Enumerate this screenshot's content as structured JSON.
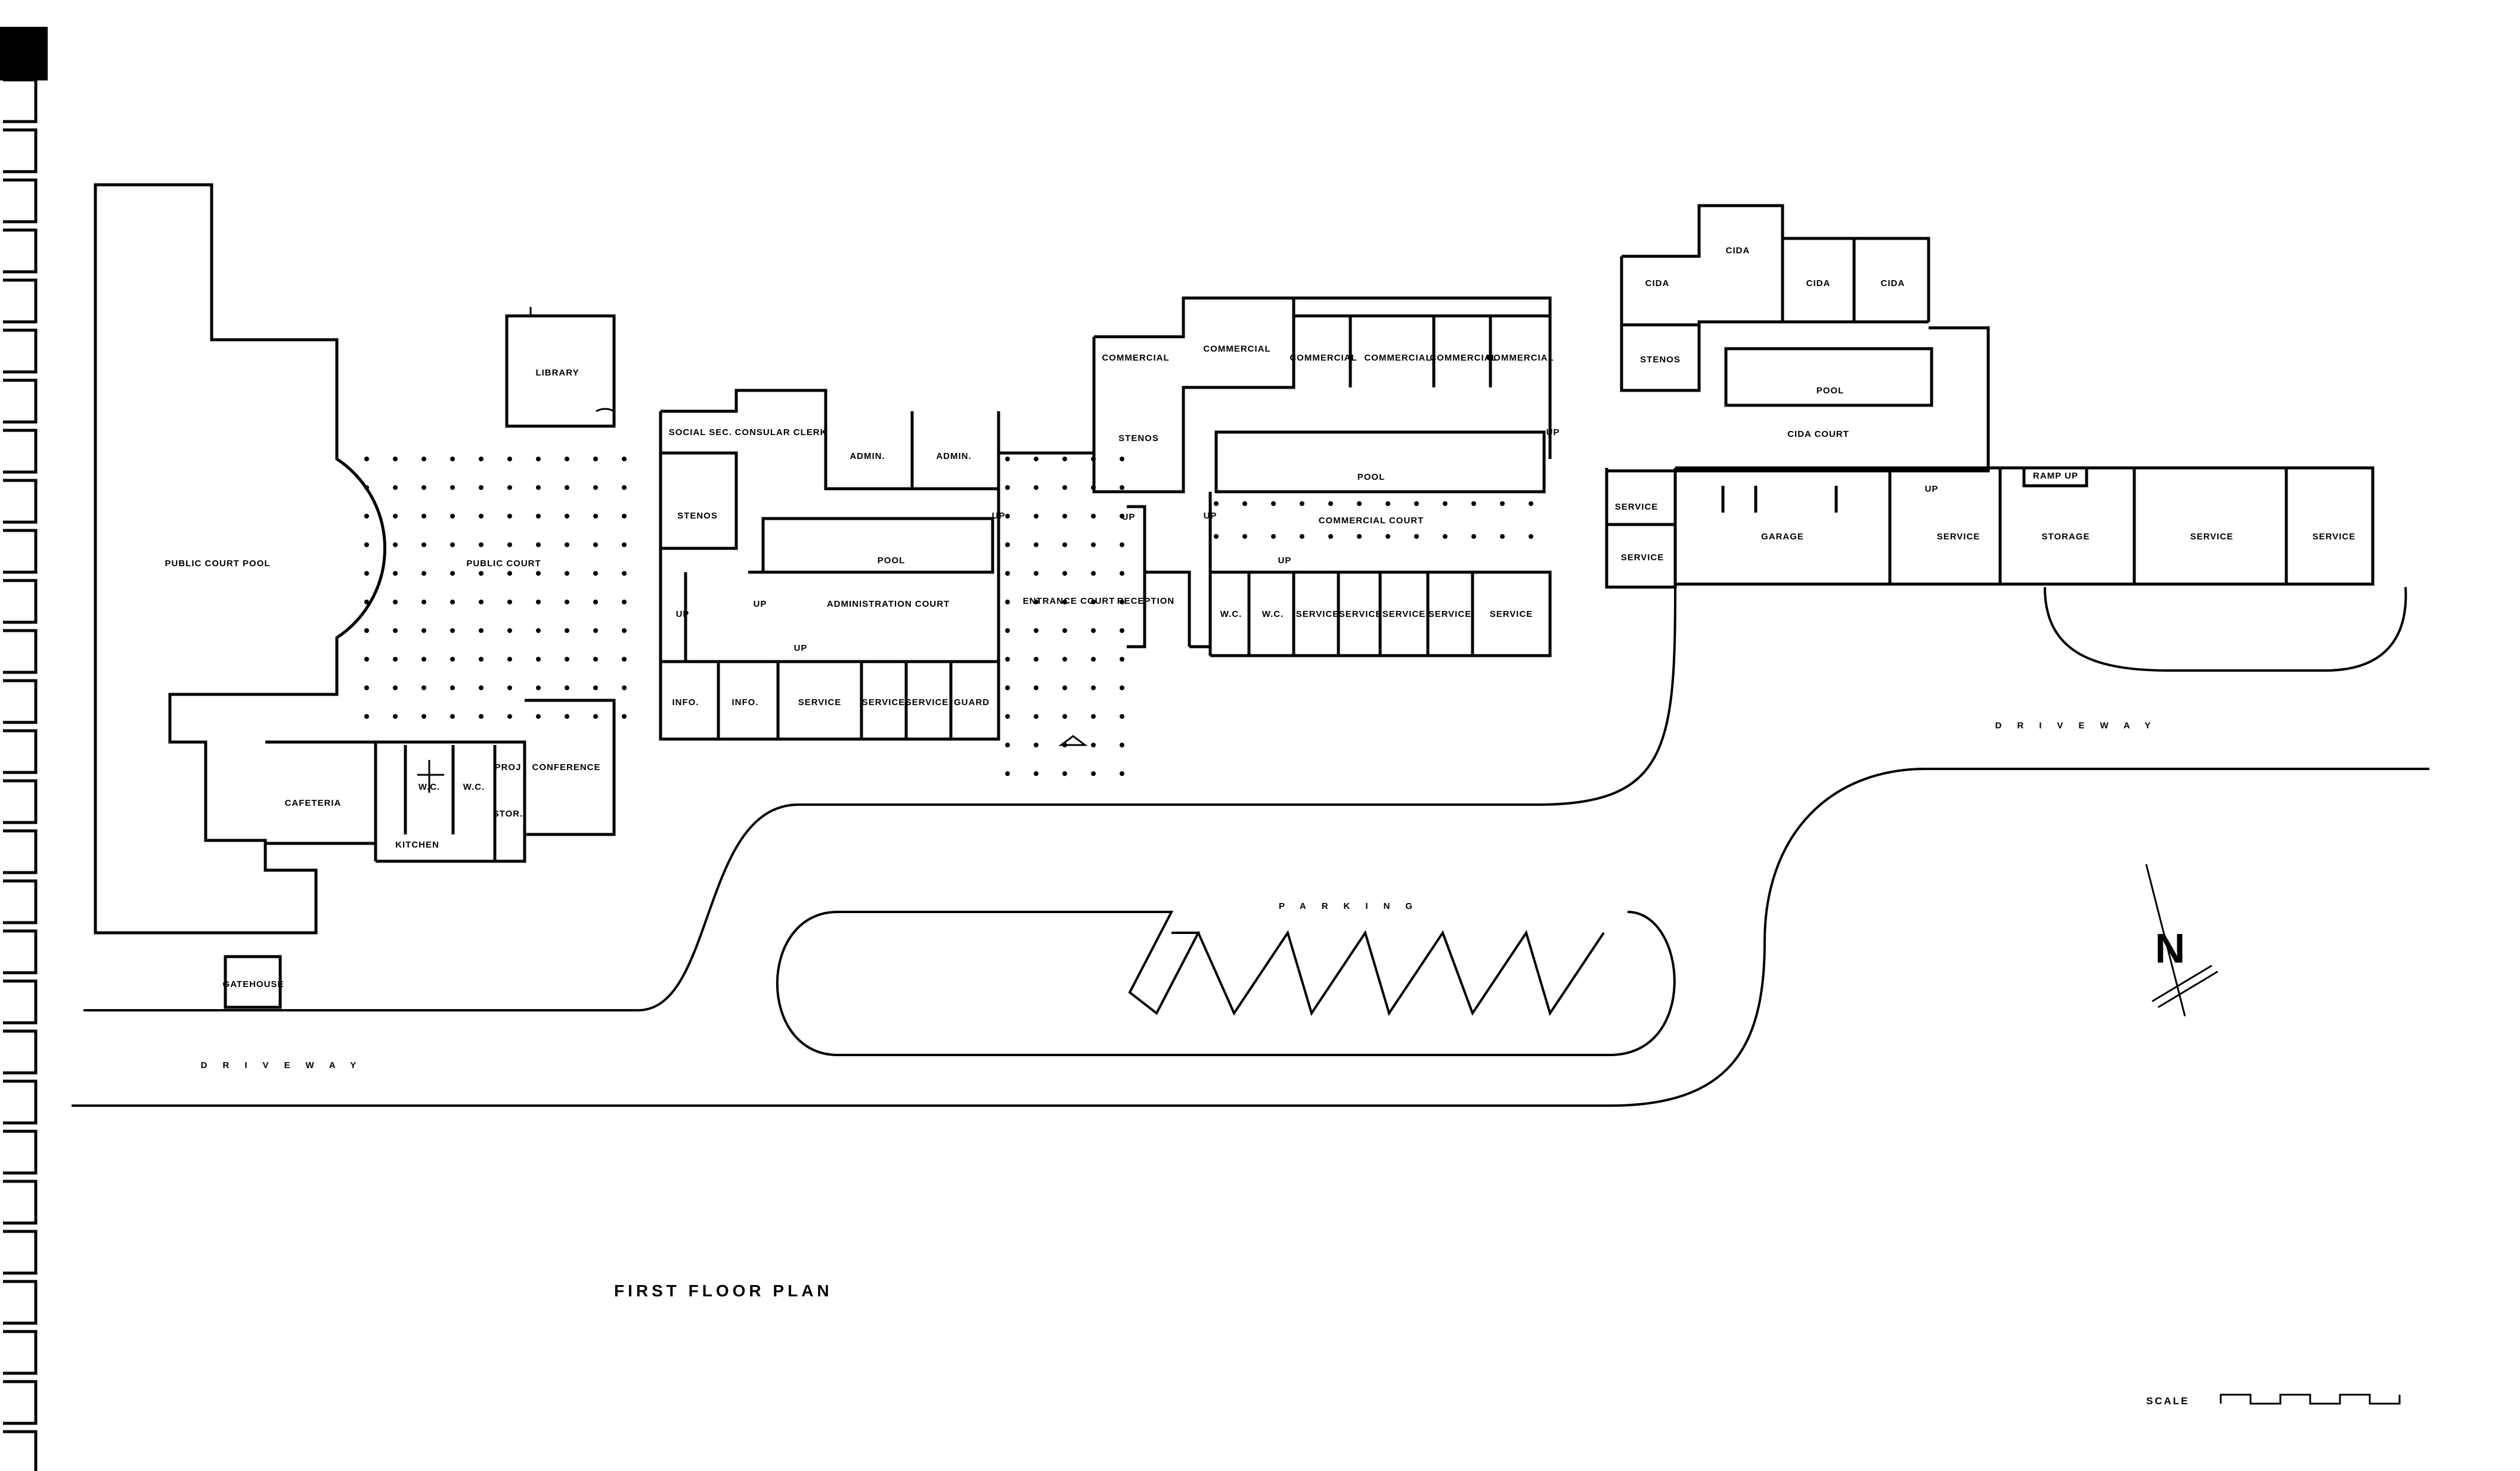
{
  "title": "FIRST FLOOR PLAN",
  "north_label": "N",
  "scale_label": "SCALE",
  "rooms": {
    "public_court_pool": "PUBLIC COURT POOL",
    "public_court": "PUBLIC COURT",
    "library": "LIBRARY",
    "cafeteria": "CAFETERIA",
    "kitchen": "KITCHEN",
    "wc_1": "W.C.",
    "wc_2": "W.C.",
    "proj": "PROJ",
    "stor": "STOR.",
    "conference": "CONFERENCE",
    "social_sec": "SOCIAL SEC.",
    "consular_clerk": "CONSULAR CLERK",
    "admin_1": "ADMIN.",
    "admin_2": "ADMIN.",
    "steno_1": "STENOS",
    "pool_1": "POOL",
    "administration_court": "ADMINISTRATION COURT",
    "info_1": "INFO.",
    "info_2": "INFO.",
    "service_1": "SERVICE",
    "service_2": "SERVICE",
    "service_3": "SERVICE",
    "guard": "GUARD",
    "entrance_court": "ENTRANCE COURT",
    "reception": "RECEPTION",
    "commercial_1": "COMMERCIAL",
    "commercial_2": "COMMERCIAL",
    "commercial_3": "COMMERCIAL",
    "commercial_4": "COMMERCIAL",
    "commercial_5": "COMMERCIAL",
    "commercial_6": "COMMERCIAL",
    "steno_2": "STENOS",
    "pool_2": "POOL",
    "commercial_court": "COMMERCIAL COURT",
    "wc_3": "W.C.",
    "wc_4": "W.C.",
    "service_4": "SERVICE",
    "service_5": "SERVICE",
    "service_6": "SERVICE",
    "service_7": "SERVICE",
    "service_8": "SERVICE",
    "cida_1": "CIDA",
    "cida_2": "CIDA",
    "cida_3": "CIDA",
    "cida_4": "CIDA",
    "steno_3": "STENOS",
    "pool_3": "POOL",
    "cida_court": "CIDA COURT",
    "service_9": "SERVICE",
    "service_10": "SERVICE",
    "garage": "GARAGE",
    "service_11": "SERVICE",
    "storage": "STORAGE",
    "ramp_up": "RAMP UP",
    "service_12": "SERVICE",
    "service_13": "SERVICE",
    "gatehouse": "GATEHOUSE"
  },
  "site": {
    "driveway_1": "DRIVEWAY",
    "driveway_2": "DRIVEWAY",
    "parking": "PARKING"
  },
  "stair_labels": [
    "UP",
    "UP",
    "UP",
    "UP",
    "UP",
    "UP",
    "UP",
    "UP",
    "UP"
  ]
}
